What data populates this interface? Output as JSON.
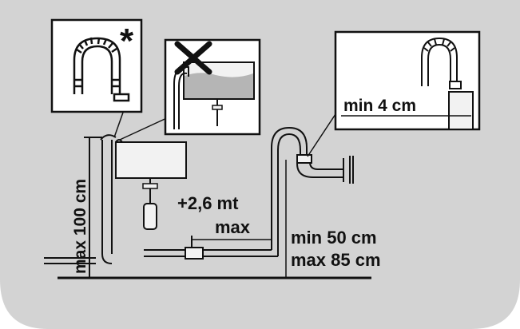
{
  "colors": {
    "background": "#d3d3d3",
    "line": "#111111",
    "fill_light": "#f2f2f2",
    "water": "#b5b5b5",
    "inset_bg": "#ffffff"
  },
  "labels": {
    "max_height": "max 100 cm",
    "extension": "+2,6 mt",
    "extension_max": "max",
    "min_height": "min 50 cm",
    "max_height_right": "max 85 cm",
    "min_gap": "min 4 cm",
    "asterisk": "*"
  },
  "icons": {
    "forbidden": "cross-mark-icon",
    "hose": "u-shaped-hose-icon"
  }
}
